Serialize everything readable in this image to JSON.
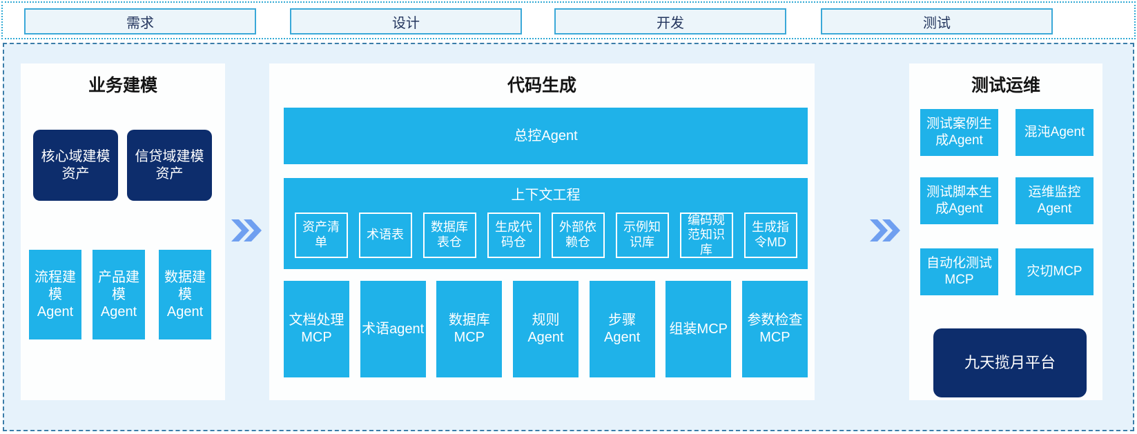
{
  "stages": [
    "需求",
    "设计",
    "开发",
    "测试"
  ],
  "columns": {
    "business": {
      "title": "业务建模",
      "assets": [
        "核心域建模资产",
        "信贷域建模资产"
      ],
      "agents": [
        "流程建模Agent",
        "产品建模Agent",
        "数据建模Agent"
      ]
    },
    "codegen": {
      "title": "代码生成",
      "master_agent": "总控Agent",
      "context": {
        "title": "上下文工程",
        "items": [
          "资产清单",
          "术语表",
          "数据库表仓",
          "生成代码仓",
          "外部依赖仓",
          "示例知识库",
          "编码规范知识库",
          "生成指令MD"
        ]
      },
      "tools": [
        "文档处理MCP",
        "术语agent",
        "数据库MCP",
        "规则Agent",
        "步骤Agent",
        "组装MCP",
        "参数检查MCP"
      ]
    },
    "testops": {
      "title": "测试运维",
      "boxes": [
        "测试案例生成Agent",
        "混沌Agent",
        "测试脚本生成Agent",
        "运维监控Agent",
        "自动化测试MCP",
        "灾切MCP"
      ],
      "platform": "九天揽月平台"
    }
  },
  "icons": {
    "flow_arrow": "double-chevron-right"
  },
  "colors": {
    "cyan_box": "#1fb2e9",
    "navy_box": "#0d2d6c",
    "arrow": "#6f9ff0",
    "stage_border": "#3aa8d8",
    "stage_fill": "#ecf5fa",
    "main_bg": "#e6f2fb",
    "main_border": "#3a7ca8",
    "strip_border": "#2fa9d4"
  }
}
